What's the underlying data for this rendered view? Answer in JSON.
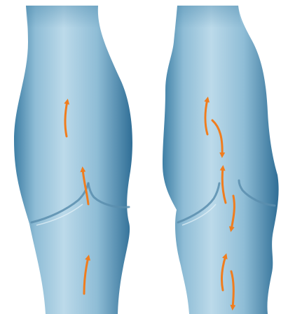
{
  "colors": {
    "background": "#ffffff",
    "vein_light": "#bcdaea",
    "vein_mid": "#8fbdd6",
    "vein_dark": "#3e7fa5",
    "vein_edge": "#2f6e96",
    "valve_shadow": "#5a8eae",
    "arrow": "#f07d1e"
  },
  "panels": [
    {
      "id": "normal-vein",
      "valve": "closed",
      "flow": [
        "up",
        "up",
        "up"
      ]
    },
    {
      "id": "varicose-vein",
      "valve": "incompetent",
      "flow": [
        "up",
        "down",
        "up",
        "down",
        "up",
        "down"
      ]
    }
  ]
}
